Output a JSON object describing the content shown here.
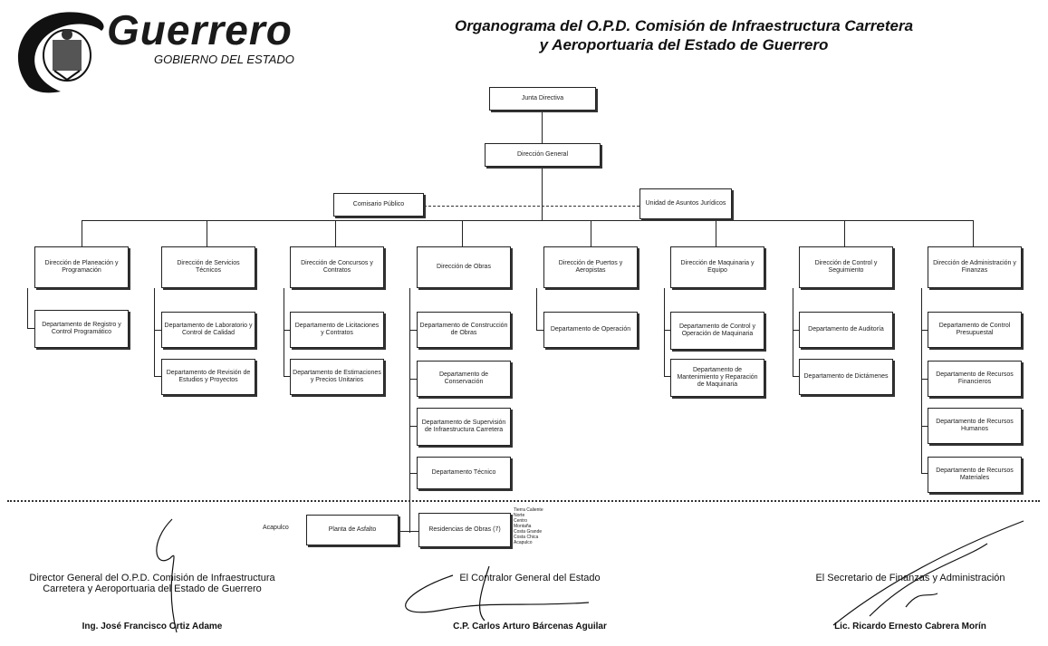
{
  "header": {
    "brand": "Guerrero",
    "brand_sub": "GOBIERNO DEL ESTADO",
    "title_line1": "Organograma del O.P.D. Comisión de Infraestructura Carretera",
    "title_line2": "y Aeroportuaria del Estado de Guerrero"
  },
  "org": {
    "junta": "Junta Directiva",
    "direccion_general": "Dirección General",
    "comisario": "Comisario Público",
    "juridicos": "Unidad de Asuntos Jurídicos",
    "directions": [
      "Dirección de Planeación y Programación",
      "Dirección de Servicios Técnicos",
      "Dirección de Concursos y Contratos",
      "Dirección de Obras",
      "Dirección de Puertos y Aeropistas",
      "Dirección de Maquinaria y Equipo",
      "Dirección de Control y Seguimiento",
      "Dirección de Administración y Finanzas"
    ],
    "depts": {
      "planeacion": [
        "Departamento de Registro y Control Programático"
      ],
      "servicios": [
        "Departamento de Laboratorio y Control de Calidad",
        "Departamento de Revisión de Estudios y Proyectos"
      ],
      "concursos": [
        "Departamento de Licitaciones y Contratos",
        "Departamento de Estimaciones y Precios Unitarios"
      ],
      "obras": [
        "Departamento de Construcción de Obras",
        "Departamento de Conservación",
        "Departamento de Supervisión de Infraestructura Carretera",
        "Departamento Técnico",
        "Residencias de Obras (7)"
      ],
      "puertos": [
        "Departamento de Operación"
      ],
      "maquinaria": [
        "Departamento de Control y Operación de Maquinaria",
        "Departamento de Mantenimiento y Reparación de Maquinaria"
      ],
      "control": [
        "Departamento de Auditoría",
        "Departamento de Dictámenes"
      ],
      "admin": [
        "Departamento de Control Presupuestal",
        "Departamento de Recursos Financieros",
        "Departamento de Recursos Humanos",
        "Departamento de Recursos Materiales"
      ]
    },
    "planta": "Planta de Asfalto",
    "planta_note": "Acapulco",
    "residencias_list": [
      "Tierra Caliente",
      "Norte",
      "Centro",
      "Montaña",
      "Costa Grande",
      "Costa Chica",
      "Acapulco"
    ]
  },
  "signatures": {
    "left_title": "Director General del O.P.D. Comisión de Infraestructura\nCarretera y Aeroportuaria del Estado de Guerrero",
    "left_name": "Ing. José Francisco Ortiz Adame",
    "center_title": "El Contralor General del Estado",
    "center_name": "C.P. Carlos Arturo Bárcenas Aguilar",
    "right_title": "El Secretario de Finanzas y Administración",
    "right_name": "Lic. Ricardo Ernesto Cabrera Morín"
  }
}
